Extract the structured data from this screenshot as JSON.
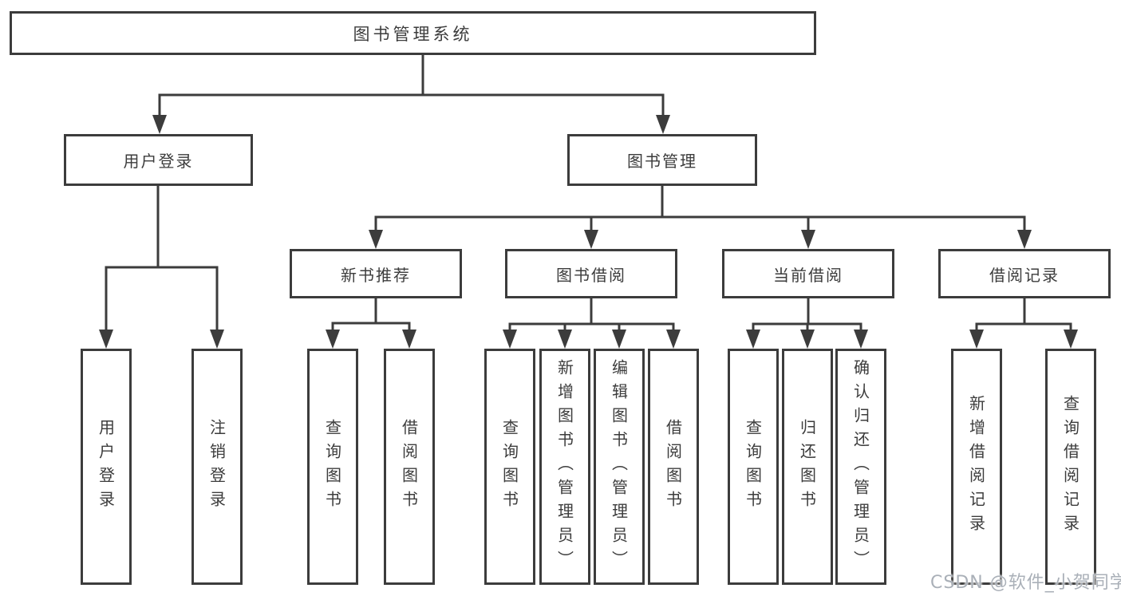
{
  "diagram": {
    "root": {
      "label": "图书管理系统"
    },
    "branches": [
      {
        "label": "用户登录",
        "children": [
          {
            "label": "用户登录"
          },
          {
            "label": "注销登录"
          }
        ]
      },
      {
        "label": "图书管理",
        "children": [
          {
            "label": "新书推荐",
            "children": [
              {
                "label": "查询图书"
              },
              {
                "label": "借阅图书"
              }
            ]
          },
          {
            "label": "图书借阅",
            "children": [
              {
                "label": "查询图书"
              },
              {
                "label": "新增图书（管理员）"
              },
              {
                "label": "编辑图书（管理员）"
              },
              {
                "label": "借阅图书"
              }
            ]
          },
          {
            "label": "当前借阅",
            "children": [
              {
                "label": "查询图书"
              },
              {
                "label": "归还图书"
              },
              {
                "label": "确认归还（管理员）"
              }
            ]
          },
          {
            "label": "借阅记录",
            "children": [
              {
                "label": "新增借阅记录"
              },
              {
                "label": "查询借阅记录"
              }
            ]
          }
        ]
      }
    ],
    "watermark": "CSDN @软件_小贺同学",
    "colors": {
      "line": "#3c3c3c",
      "text": "#3c3c3c",
      "background": "#ffffff",
      "watermark": "#aab0b8"
    }
  }
}
